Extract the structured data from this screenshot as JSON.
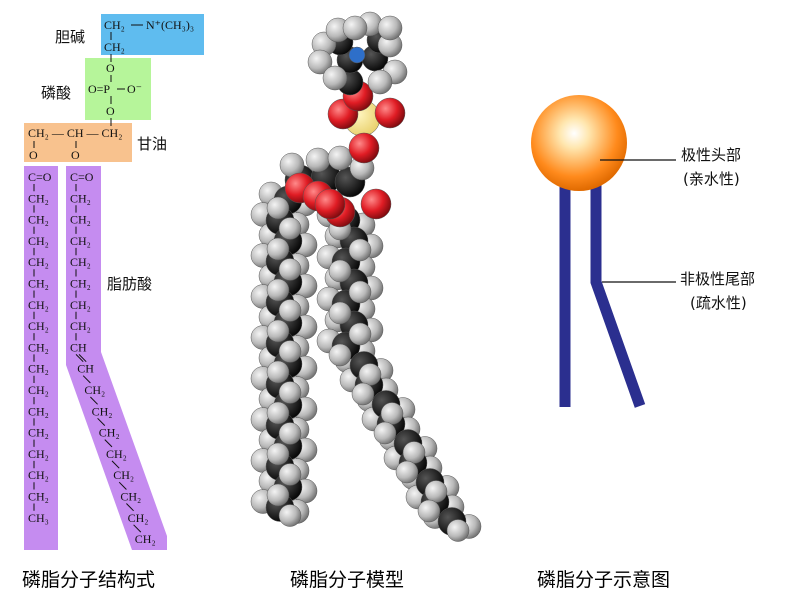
{
  "structure": {
    "choline_formula_a": "CH₂",
    "choline_formula_n": "N⁺(CH₃)₃",
    "choline_formula_b": "CH₂",
    "phosphate_o_top": "O",
    "phosphate_p": "O=P",
    "phosphate_o_right": "O⁻",
    "phosphate_o_bottom": "O",
    "glycerol_formula": "CH₂ — CH — CH₂",
    "ester_o": "O",
    "carbonyl": "C=O",
    "ch2": "CH₂",
    "ch": "CH",
    "ch3": "CH₃",
    "label_choline": "胆碱",
    "label_phosphate": "磷酸",
    "label_glycerol": "甘油",
    "label_fatty_acid": "脂肪酸"
  },
  "schematic": {
    "label_head_line1": "极性头部",
    "label_head_line2": "(亲水性)",
    "label_tail_line1": "非极性尾部",
    "label_tail_line2": "(疏水性)"
  },
  "captions": {
    "structure": "磷脂分子结构式",
    "model": "磷脂分子模型",
    "schematic": "磷脂分子示意图"
  },
  "colors": {
    "choline_box": "#5fbcef",
    "phosphate_box": "#b6f59a",
    "glycerol_box": "#f8c28e",
    "fatty_acid_box": "#c58cf0",
    "tail_line": "#2b2f8f",
    "oxygen": "#e0202a",
    "carbon": "#1a1a1a",
    "hydrogen": "#c8c8c8"
  }
}
